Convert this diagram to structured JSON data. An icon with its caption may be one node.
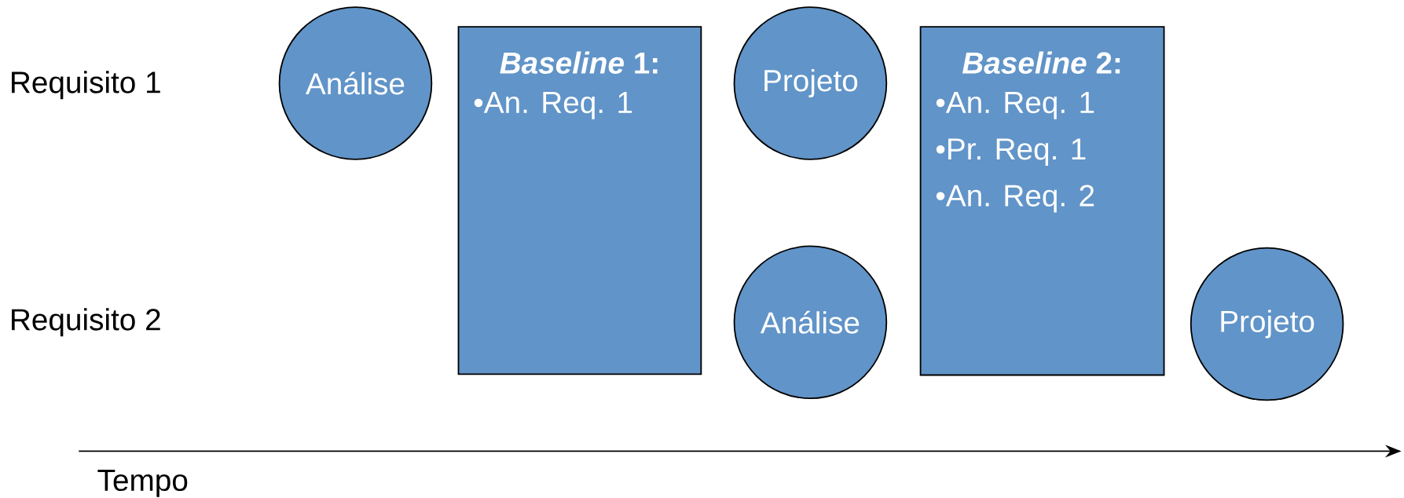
{
  "diagram": {
    "nodes": [
      {
        "text": [
          "Análise"
        ]
      },
      {
        "text": [
          "*Baseline* 1:",
          "•An. Req. 1"
        ]
      },
      {
        "text": [
          "Projeto"
        ]
      },
      {
        "text": [
          "*Baseline* 2:",
          "•An. Req. 1",
          "•Pr. Req. 1",
          "•An. Req. 2"
        ]
      },
      {
        "text": [
          "Análise"
        ]
      },
      {
        "text": [
          "Projeto"
        ]
      }
    ],
    "labels": [
      "Requisito 1",
      "Requisito 2",
      "Tempo"
    ]
  }
}
